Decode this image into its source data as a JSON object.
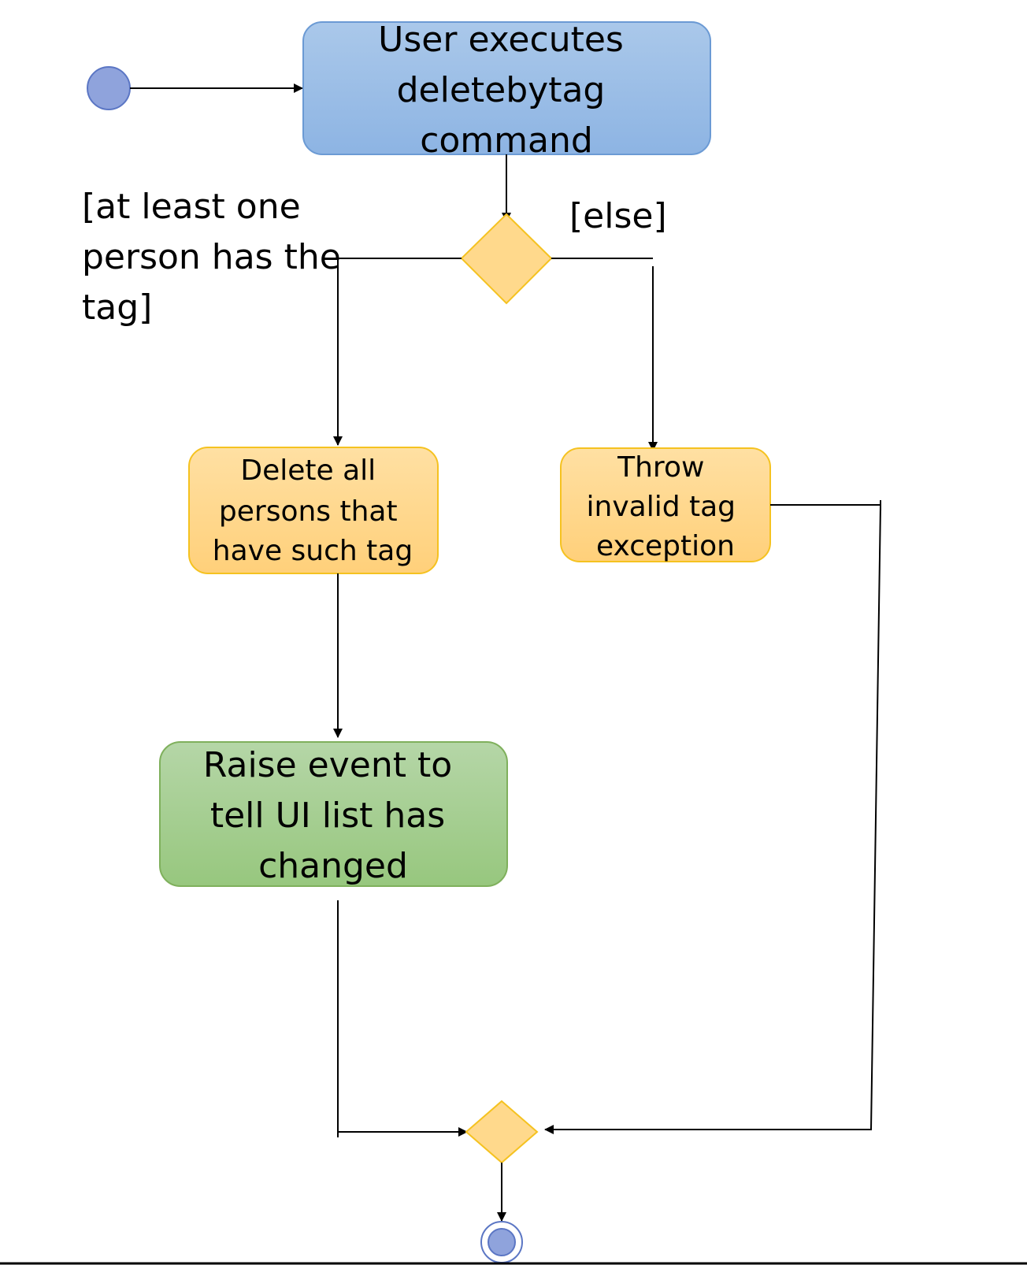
{
  "nodes": {
    "start": {
      "label": ""
    },
    "user_executes": {
      "lines": [
        "User executes",
        "deletebytag",
        "command"
      ]
    },
    "delete_all": {
      "lines": [
        "Delete all",
        "persons that",
        "have such tag"
      ]
    },
    "throw_exception": {
      "lines": [
        "Throw",
        "invalid tag",
        "exception"
      ]
    },
    "raise_event": {
      "lines": [
        "Raise event to",
        "tell UI list has",
        "changed"
      ]
    },
    "end": {
      "label": ""
    }
  },
  "guards": {
    "has_tag": {
      "lines": [
        "[at least one",
        "person has the",
        "tag]"
      ]
    },
    "else": {
      "lines": [
        "[else]"
      ]
    }
  },
  "colors": {
    "start_fill": "#8fa3dc",
    "start_stroke": "#5b76c4",
    "blue_fill_top": "#aac8ea",
    "blue_fill_bottom": "#8db4e3",
    "blue_stroke": "#6b9ad4",
    "orange_fill_top": "#ffe0a3",
    "orange_fill_bottom": "#ffd07a",
    "orange_stroke": "#f5c220",
    "green_fill_top": "#b5d6a7",
    "green_fill_bottom": "#97c77e",
    "green_stroke": "#7fb05c",
    "edge": "#000000"
  }
}
